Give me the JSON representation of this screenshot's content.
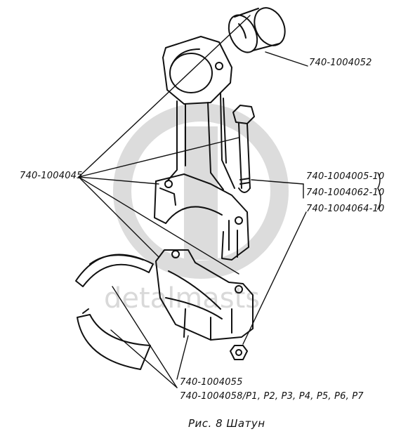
{
  "labels": {
    "liner_top": "740-1004052",
    "rod_assembly": "740-1004045",
    "bolt": "740-1004005-10",
    "nut": "740-1004062-10",
    "washer": "740-1004064-10",
    "bearing_shell": "740-1004055",
    "bearing_shell_repair": "740-1004058/Р1, Р2, Р3, Р4, Р5, Р6, Р7"
  },
  "caption": "Рис. 8 Шатун",
  "watermark_text": "detalmasts",
  "colors": {
    "ink": "#111111",
    "watermark": "#d9d9d9"
  }
}
